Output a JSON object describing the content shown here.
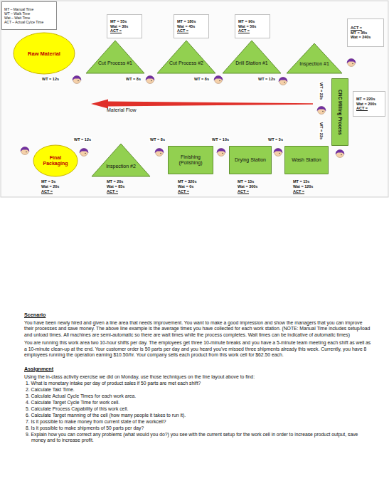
{
  "diagram": {
    "nodes": [
      {
        "text": [
          "MT – Manual Time",
          "WT – Walk Time",
          "Wat – Wait Time",
          "ACT – Actual Cylce Time"
        ]
      },
      {
        "text": [
          "MT = 55s",
          "Wat = 30s",
          "ACT ="
        ]
      },
      {
        "text": [
          "MT = 180s",
          "Wat = 45s",
          "ACT ="
        ]
      },
      {
        "text": [
          "MT = 90s",
          "Wat = 50s",
          "ACT ="
        ]
      },
      {
        "text": [
          "ACT =",
          "MT = 35s",
          "Wat = 240s"
        ]
      },
      {
        "text": [
          "Raw Material"
        ]
      },
      {
        "text": [
          "Cut Process #1"
        ]
      },
      {
        "text": [
          "Cut Process #2"
        ]
      },
      {
        "text": [
          "Drill Station #1"
        ]
      },
      {
        "text": [
          "Inspection #1"
        ]
      },
      {
        "text": [
          "CNC Milling Process"
        ]
      },
      {
        "text": [
          "MT = 220s",
          "Wat = 200s",
          "ACT ="
        ]
      },
      {
        "text": [
          "Final Packaging"
        ]
      },
      {
        "text": [
          "Inspection #2"
        ]
      },
      {
        "text": [
          "Finishing (Polishing)"
        ]
      },
      {
        "text": [
          "Drying Station"
        ]
      },
      {
        "text": [
          "Wash Station"
        ]
      }
    ],
    "labels": [
      "WT = 12s",
      "WT = 8s",
      "WT = 8s",
      "WT = 12s",
      "WT = 22s",
      "WT = 22s",
      "Material Flow",
      "WT = 12s",
      "WT = 8s",
      "WT = 10s",
      "WT = 5s",
      "MT = 5s",
      "Wat = 20s",
      "ACT =",
      "MT = 20s",
      "Wat = 85s",
      "ACT =",
      "MT = 320s",
      "Wat = 0s",
      "ACT =",
      "MT = 15s",
      "Wat = 300s",
      "ACT =",
      "MT = 15s",
      "Wat = 120s",
      "ACT =",
      "Scenario",
      "You have been newly hired and given a line area that needs improvement. You want to make a good impression and show the managers that you can improve their processes and save money. The above line example is the average times you have collected for each work station. (NOTE: Manual Time includes setup/load and unload times. All machines are semi-automatic so there are wait times while the process completes. Wait times can be indicative of automatic times)",
      "You are running this work area two 10-hour shifts per day. The employees get three 10-minute breaks and you have a 5-minute team meeting each shift as well as a 10-minute clean-up at the end. Your customer order is 50 parts per day and you heard you've missed three shipments already this week. Currently, you have 8 employees running the operation earning $10.50/hr. Your company sells each product from this work cell for $62.50 each.",
      "Assignment",
      "Using the in-class activity exercise we did on Monday, use those techniques on the line layout above to find:",
      "1. What is monetary intake per day of product sales if 50 parts are met each shift?",
      "2. Calculate Takt Time.",
      "3. Calculate Actual Cycle Times for each work area.",
      "4. Calculate Target Cycle Time for work cell.",
      "5. Calculate Process Capability of this work cell.",
      "6. Calculate Target manning of the cell (how many people it takes to run it).",
      "7. Is it possible to make money from current state of the workcell?",
      "8. Is it possible to make shipments of 50 parts per day?",
      "9. Explain how you can correct any problems (what would you do?) you see with the current setup for the work cell in order to increase product output, save money and to increase profit."
    ]
  }
}
